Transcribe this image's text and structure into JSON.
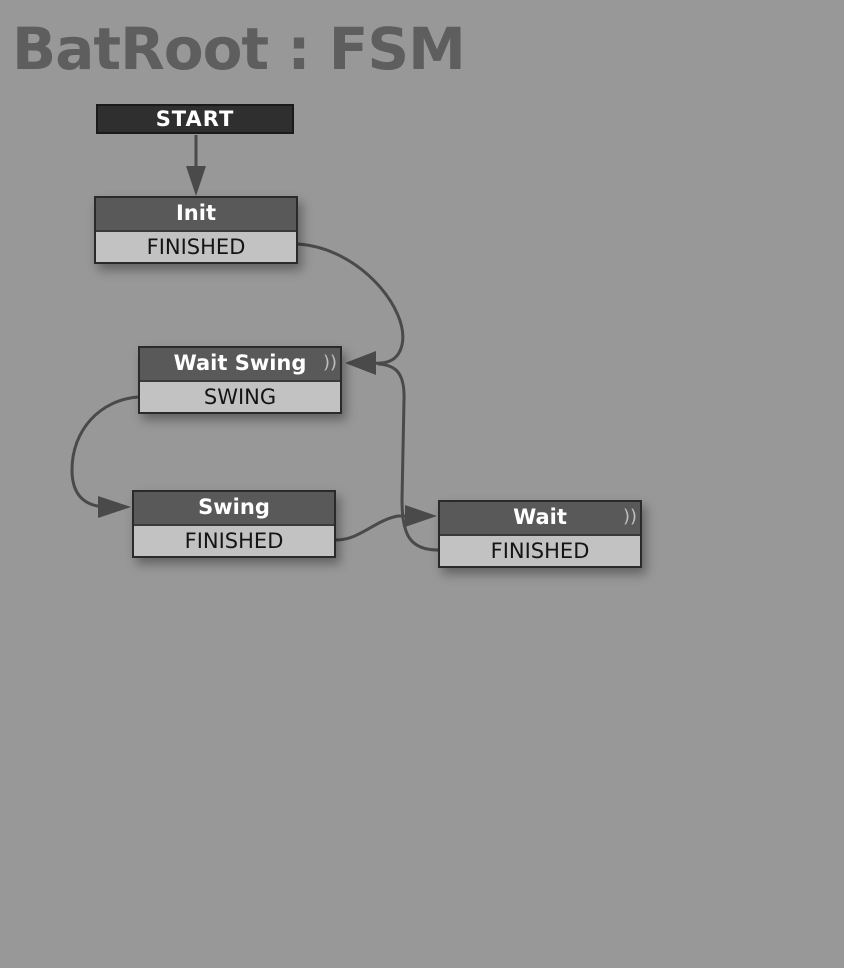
{
  "title": "BatRoot : FSM",
  "start": {
    "label": "START"
  },
  "states": {
    "init": {
      "name": "Init",
      "event": "FINISHED"
    },
    "wait_swing": {
      "name": "Wait Swing",
      "event": "SWING",
      "has_wait_icon": true
    },
    "swing": {
      "name": "Swing",
      "event": "FINISHED"
    },
    "wait": {
      "name": "Wait",
      "event": "FINISHED",
      "has_wait_icon": true
    }
  },
  "transitions": [
    {
      "from": "START",
      "to": "Init"
    },
    {
      "from": "Init",
      "event": "FINISHED",
      "to": "Wait Swing"
    },
    {
      "from": "Wait Swing",
      "event": "SWING",
      "to": "Swing"
    },
    {
      "from": "Swing",
      "event": "FINISHED",
      "to": "Wait"
    },
    {
      "from": "Wait",
      "event": "FINISHED",
      "to": "Wait Swing"
    }
  ],
  "colors": {
    "background": "#989898",
    "title": "#5e5e5e",
    "start_fill": "#2f2f2f",
    "state_header": "#595959",
    "state_event": "#c2c2c2",
    "link": "#4a4a4a"
  },
  "icons": {
    "wait_icon": "wait-waves-icon"
  }
}
